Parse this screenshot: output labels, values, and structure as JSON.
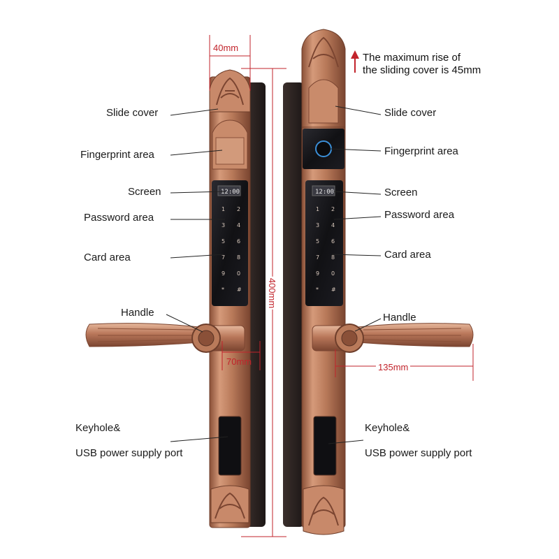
{
  "colors": {
    "copper": "#b97a5a",
    "copper_dark": "#7e4a33",
    "copper_light": "#e2b49a",
    "panel": "#141418",
    "dimension_red": "#c2232b",
    "rail": "#2b2423"
  },
  "note": {
    "line1": "The maximum rise of",
    "line2": "the sliding cover is 45mm",
    "icon": "red-up-arrow-icon"
  },
  "dimensions": {
    "width_top": "40mm",
    "height": "400mm",
    "handle_left": "70mm",
    "handle_right": "135mm"
  },
  "screen_time": "12:00",
  "keypad_keys": [
    "1",
    "2",
    "3",
    "4",
    "5",
    "6",
    "7",
    "8",
    "9",
    "0",
    "*",
    "#"
  ],
  "left_labels": {
    "slide_cover": "Slide cover",
    "fingerprint": "Fingerprint area",
    "screen": "Screen",
    "password": "Password area",
    "card": "Card area",
    "handle": "Handle",
    "keyhole1": "Keyhole&",
    "keyhole2": "USB power supply port"
  },
  "right_labels": {
    "slide_cover": "Slide cover",
    "fingerprint": "Fingerprint area",
    "screen": "Screen",
    "password": "Password area",
    "card": "Card area",
    "handle": "Handle",
    "keyhole1": "Keyhole&",
    "keyhole2": "USB power supply port"
  }
}
